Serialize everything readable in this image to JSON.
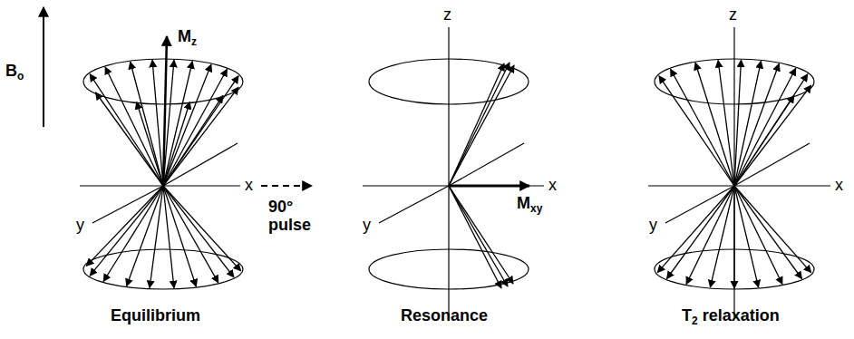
{
  "diagram": {
    "labels": [
      "Bo",
      "Mz",
      "x",
      "y",
      "Equilibrium",
      "90° pulse",
      "z",
      "x",
      "y",
      "Mxy",
      "Resonance",
      "z",
      "x",
      "y",
      "T2 relaxation"
    ]
  }
}
